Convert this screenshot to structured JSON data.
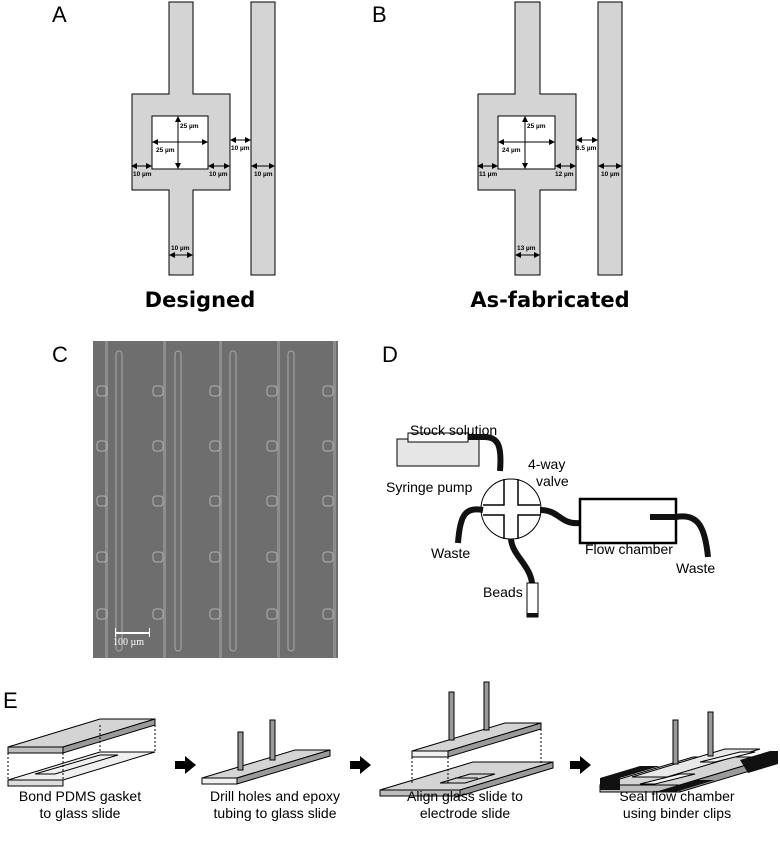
{
  "panels": {
    "a": {
      "label": "A",
      "title": "Designed",
      "dims": {
        "inner_h": "25 µm",
        "inner_w": "25 µm",
        "gap": "10 µm",
        "left": "10 µm",
        "right": "10 µm",
        "rail": "10 µm",
        "stem": "10 µm"
      }
    },
    "b": {
      "label": "B",
      "title": "As-fabricated",
      "dims": {
        "inner_h": "25 µm",
        "inner_w": "24 µm",
        "gap": "6.5 µm",
        "left": "11 µm",
        "right": "12 µm",
        "rail": "10 µm",
        "stem": "13 µm"
      }
    },
    "c": {
      "label": "C",
      "scalebar": "100 µm"
    },
    "d": {
      "label": "D",
      "stock": "Stock solution",
      "syringe": "Syringe pump",
      "valve_line1": "4-way",
      "valve_line2": "valve",
      "waste_left": "Waste",
      "flow": "Flow chamber",
      "waste_right": "Waste",
      "beads": "Beads"
    },
    "e": {
      "label": "E",
      "steps": [
        "Bond PDMS gasket\nto glass slide",
        "Drill holes and epoxy\ntubing to glass slide",
        "Align glass slide to\nelectrode slide",
        "Seal flow chamber\nusing binder clips"
      ]
    }
  },
  "colors": {
    "fill": "#d4d4d4",
    "sem": "#6e6e6e",
    "dark": "#111111"
  }
}
